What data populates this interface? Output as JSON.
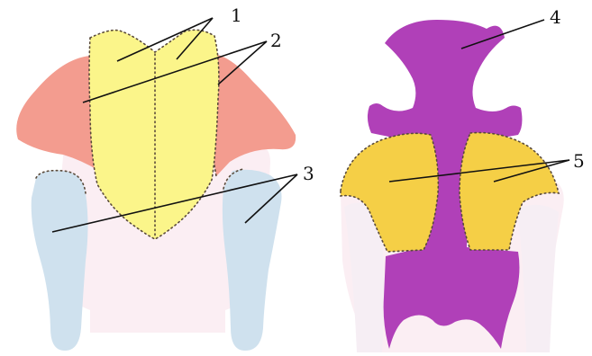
{
  "callouts": [
    {
      "id": "1",
      "text": "1"
    },
    {
      "id": "2",
      "text": "2"
    },
    {
      "id": "3",
      "text": "3"
    },
    {
      "id": "4",
      "text": "4"
    },
    {
      "id": "5",
      "text": "5"
    }
  ],
  "colors": {
    "background": "#ffffff",
    "silhouette": "#fbeef3",
    "part_1_yellow": "#fbf58a",
    "part_2_salmon": "#f39c8f",
    "part_3_light_blue": "#cfe1ee",
    "part_4_purple": "#b040b8",
    "part_5_gold": "#f5cf46",
    "leader_line": "#111111"
  }
}
